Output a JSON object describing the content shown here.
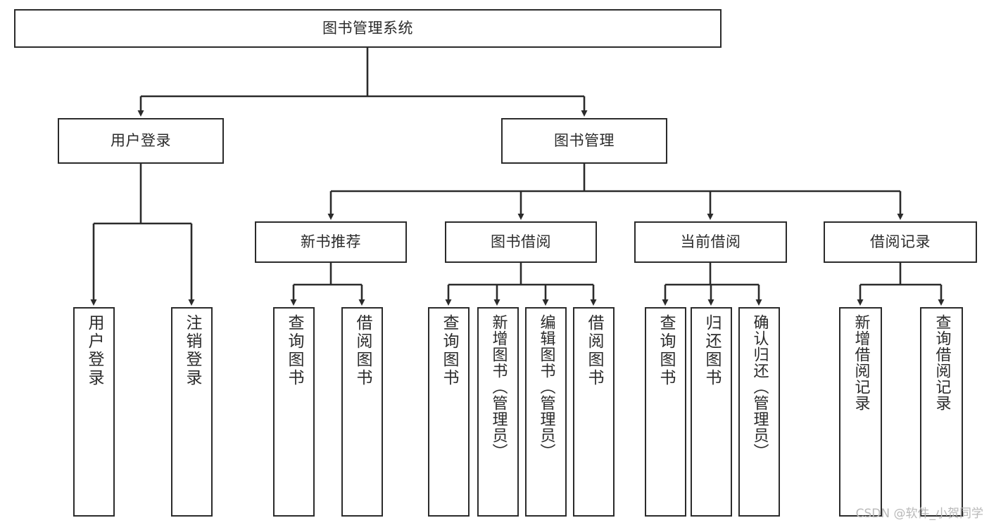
{
  "diagram": {
    "title": "图书管理系统",
    "type": "hierarchy-tree",
    "watermark": "CSDN @软件_小贺同学",
    "accent_color": "#2b2b2b",
    "background_color": "#ffffff",
    "levels": {
      "root": {
        "label": "图书管理系统"
      },
      "level2": [
        {
          "id": "user-login",
          "label": "用户登录"
        },
        {
          "id": "book-manage",
          "label": "图书管理"
        }
      ],
      "level3": [
        {
          "id": "new-book-rec",
          "label": "新书推荐"
        },
        {
          "id": "book-borrow",
          "label": "图书借阅"
        },
        {
          "id": "current-borrow",
          "label": "当前借阅"
        },
        {
          "id": "borrow-record",
          "label": "借阅记录"
        }
      ],
      "leaves": {
        "user_login": [
          {
            "id": "leaf-user-login",
            "label": "用户登录"
          },
          {
            "id": "leaf-logout-login",
            "label": "注销登录"
          }
        ],
        "new_book_rec": [
          {
            "id": "leaf-query-book-1",
            "label": "查询图书"
          },
          {
            "id": "leaf-borrow-book-1",
            "label": "借阅图书"
          }
        ],
        "book_borrow": [
          {
            "id": "leaf-query-book-2",
            "label": "查询图书"
          },
          {
            "id": "leaf-add-book",
            "label": "新增图书（管理员）"
          },
          {
            "id": "leaf-edit-book",
            "label": "编辑图书（管理员）"
          },
          {
            "id": "leaf-borrow-book-2",
            "label": "借阅图书"
          }
        ],
        "current_borrow": [
          {
            "id": "leaf-query-book-3",
            "label": "查询图书"
          },
          {
            "id": "leaf-return-book",
            "label": "归还图书"
          },
          {
            "id": "leaf-confirm-return",
            "label": "确认归还（管理员）"
          }
        ],
        "borrow_record": [
          {
            "id": "leaf-add-record",
            "label": "新增借阅记录"
          },
          {
            "id": "leaf-query-record",
            "label": "查询借阅记录"
          }
        ]
      }
    }
  }
}
